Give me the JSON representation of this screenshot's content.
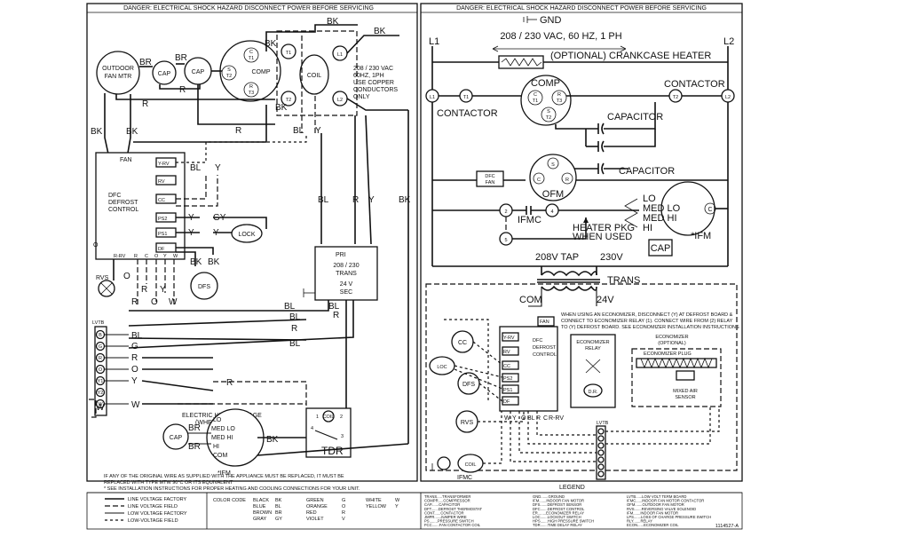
{
  "banners": {
    "left": "DANGER: ELECTRICAL SHOCK HAZARD DISCONNECT POWER BEFORE SERVICING",
    "right": "DANGER: ELECTRICAL SHOCK HAZARD DISCONNECT POWER BEFORE SERVICING"
  },
  "left": {
    "outdoor_fan": [
      "OUTDOOR",
      "FAN MTR"
    ],
    "cap": "CAP",
    "comp": "COMP",
    "comp_terms": [
      "C",
      "T1",
      "S",
      "T2",
      "R",
      "T3"
    ],
    "t1": "T1",
    "t2": "T2",
    "l1": "L1",
    "l2": "L2",
    "coil": "COIL",
    "supply": [
      "208 / 230 VAC",
      "60HZ, 1PH",
      "USE COPPER",
      "CONDUCTORS",
      "ONLY"
    ],
    "wires": {
      "bk": "BK",
      "br": "BR",
      "r": "R",
      "bl": "BL",
      "y": "Y",
      "gy": "GY",
      "o": "O",
      "w": "W",
      "g": "G"
    },
    "dfc_title": [
      "DFC",
      "DEFROST",
      "CONTROL"
    ],
    "dfc_fan": "FAN",
    "dfc_terms": [
      "Y-RV",
      "RV",
      "CC",
      "PS2",
      "PS1",
      "DF"
    ],
    "dfc_bottom": [
      "R-RV",
      "R",
      "C",
      "O",
      "Y",
      "W"
    ],
    "dfc_o": "O",
    "lock": "LOCK",
    "dfs": "DFS",
    "rvs": "RVS",
    "trans": [
      "PRI",
      "208 / 230",
      "TRANS",
      "24 V",
      "SEC"
    ],
    "lvtb": "LVTB",
    "lvtb_terms": [
      "B",
      "G",
      "R",
      "O",
      "Y1",
      "Y2",
      "W"
    ],
    "heat_pkg": [
      "ELECTRIC HEAT PACKAGE",
      "(WHEN USED)"
    ],
    "ifm_speeds": [
      "LO",
      "MED LO",
      "MED HI",
      "HI",
      "COM"
    ],
    "ifm": "*IFM",
    "tdr": "TDR",
    "tdr_coil": "COIL",
    "tdr_pins": [
      "1",
      "2",
      "3",
      "4"
    ],
    "notes": [
      "IF ANY OF THE ORIGINAL WIRE AS SUPPLIED WITH THE APPLIANCE MUST BE REPLACED, IT MUST BE",
      "REPLACED WITH TYPE MTW 90°C OR ITS EQUIVALENT",
      "* SEE INSTALLATION INSTRUCTIONS FOR PROPER HEATING AND COOLING CONNECTIONS FOR YOUR UNIT."
    ]
  },
  "right": {
    "gnd": "GND",
    "supply": "208 / 230 VAC, 60 HZ, 1 PH",
    "l1": "L1",
    "l2": "L2",
    "crankcase": "(OPTIONAL) CRANKCASE HEATER",
    "contactor": "CONTACTOR",
    "t1": "T1",
    "t2": "T2",
    "comp": "COMP",
    "comp_terms": [
      "C",
      "T1",
      "R",
      "T3",
      "S",
      "T2"
    ],
    "capacitor": "CAPACITOR",
    "dfc_fan": [
      "DFC",
      "FAN"
    ],
    "ofm": "OFM",
    "ofm_terms": [
      "S",
      "C",
      "R"
    ],
    "ifm_speeds": [
      "LO",
      "MED LO",
      "MED HI",
      "HI"
    ],
    "ifm_c": "C",
    "ifm": "*IFM",
    "cap": "CAP",
    "ifmc": "IFMC",
    "ifmc_pins": [
      "2",
      "4",
      "5"
    ],
    "heater": [
      "HEATER PKG",
      "WHEN USED"
    ],
    "trans_taps": [
      "208V TAP",
      "230V"
    ],
    "trans": "TRANS",
    "com": "COM",
    "v24": "24V",
    "econ_note": [
      "WHEN USING AN ECONOMIZER, DISCONNECT (Y) AT DEFROST BOARD &",
      "CONNECT TO ECONOMIZER RELAY (1). CONNECT WIRE FROM (2) RELAY",
      "TO (Y) DEFROST BOARD. SEE ECONOMIZER INSTALLATION INSTRUCTIONS"
    ],
    "fan": "FAN",
    "dfc_title": [
      "DFC",
      "DEFROST",
      "CONTROL"
    ],
    "dfc_terms": [
      "Y-RV",
      "RV",
      "CC",
      "PS2",
      "PS1",
      "DF"
    ],
    "dfc_bottom": [
      "W",
      "Y",
      "O",
      "BL",
      "R",
      "C",
      "R-RV"
    ],
    "cc": "CC",
    "dfs": "DFS",
    "lock": "LOC",
    "rvs": "RVS",
    "econ_relay": [
      "ECONOMIZER",
      "RELAY"
    ],
    "econ_dr": "D.R.",
    "econ_plug": [
      "ECONOMIZER",
      "(OPTIONAL)"
    ],
    "econ_plug_label": "ECONOMIZER PLUG",
    "mixed_air": [
      "MIXED AIR",
      "SENSOR"
    ],
    "lvtb": "LVTB",
    "coil": "COIL",
    "ifmc_bottom": "IFMC",
    "legend_title": "LEGEND"
  },
  "legend": {
    "lines": [
      "LINE VOLTAGE FACTORY",
      "LINE VOLTAGE FIELD",
      "LOW VOLTAGE FACTORY",
      "LOW-VOLTAGE FIELD"
    ],
    "color_code_title": "COLOR CODE",
    "colors": [
      [
        "BLACK",
        "BK"
      ],
      [
        "BLUE",
        "BL"
      ],
      [
        "BROWN",
        "BR"
      ],
      [
        "GRAY",
        "GY"
      ],
      [
        "GREEN",
        "G"
      ],
      [
        "ORANGE",
        "O"
      ],
      [
        "RED",
        "R"
      ],
      [
        "VIOLET",
        "V"
      ],
      [
        "WHITE",
        "W"
      ],
      [
        "YELLOW",
        "Y"
      ]
    ],
    "abbr_col1": [
      "TRANS.....TRANSFORMER",
      "COMPR.....COMPRESSOR",
      "CAP.......CAPACITOR",
      "DFT.......DEFROST THERMOSTAT",
      "CONT......CONTACTOR",
      "JMPR......JUMPER WIRE",
      "PS........PRESSURE SWITCH",
      "FCC.......FAN CONTACTOR COIL"
    ],
    "abbr_col2": [
      "GND.......GROUND",
      "IFM.......INDOOR FAN MOTOR",
      "DFS.......DEFROST SENSOR",
      "DFC.......DEFROST CONTROL",
      "ER........ECONOMIZER RELAY",
      "LOC.......LOCKOUT SWITCH",
      "HPS.......HIGH PRESSURE SWITCH",
      "TDR.......TIME DELAY RELAY"
    ],
    "abbr_col3": [
      "LVTB......LOW VOLT TERM BOARD",
      "IFMC......INDOOR FAN MOTOR CONTACTOR",
      "OFM.......OUTDOOR FAN MOTOR",
      "RVS.......REVERSING VALVE SOLENOID",
      "IFM.......INDOOR FAN MOTOR",
      "LPS.......LOSS OF CHARGE PRESSURE SWITCH",
      "RLY.......RELAY",
      "ECON......ECONOMIZER COIL"
    ],
    "part_number": "1114527-A"
  }
}
